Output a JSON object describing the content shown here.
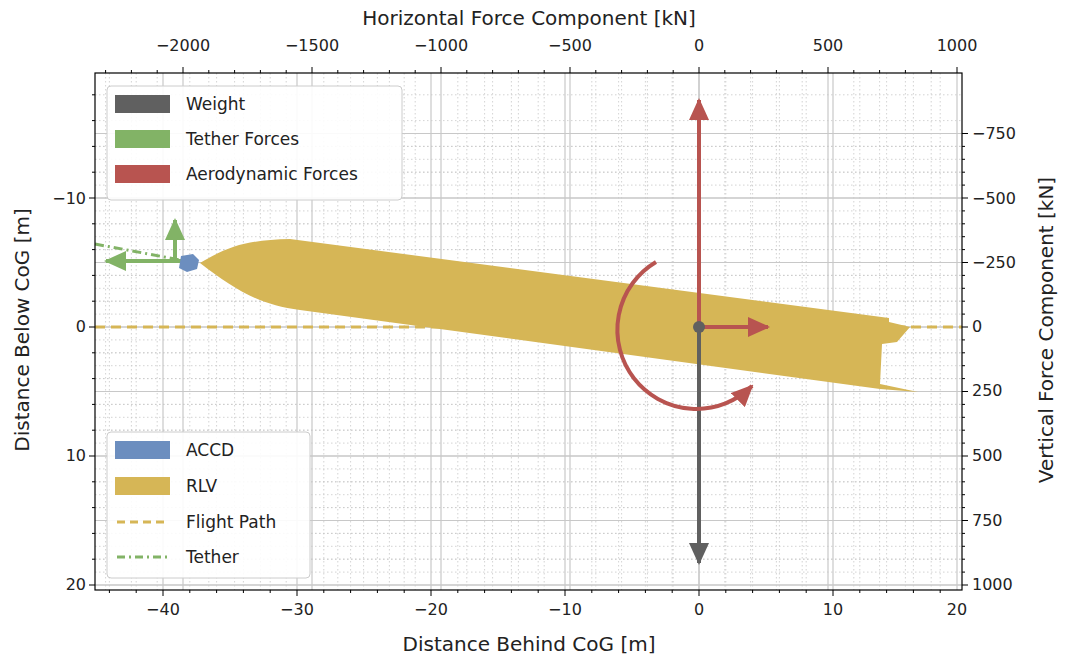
{
  "diagram": {
    "labels": [
      "Horizontal Force Component [kN]",
      "−2000",
      "−1500",
      "−1000",
      "−500",
      "0",
      "500",
      "1000",
      "Vertical Force Component [kN]",
      "−750",
      "−500",
      "−250",
      "0",
      "250",
      "500",
      "750",
      "1000",
      "−40",
      "−30",
      "−20",
      "−10",
      "0",
      "10",
      "20",
      "Distance Behind CoG [m]",
      "Distance Below CoG [m]",
      "−10",
      "0",
      "10",
      "20"
    ],
    "legend": [
      {
        "text": "Weight",
        "color": "#606060"
      },
      {
        "text": "Tether Forces",
        "color": "#82b366"
      },
      {
        "text": "Aerodynamic Forces",
        "color": "#b85450"
      },
      {
        "text": "ACCD",
        "color": "#6c8ebf"
      },
      {
        "text": "RLV",
        "color": "#d6b656"
      },
      {
        "text": "Flight Path"
      },
      {
        "text": "Tether"
      }
    ]
  }
}
